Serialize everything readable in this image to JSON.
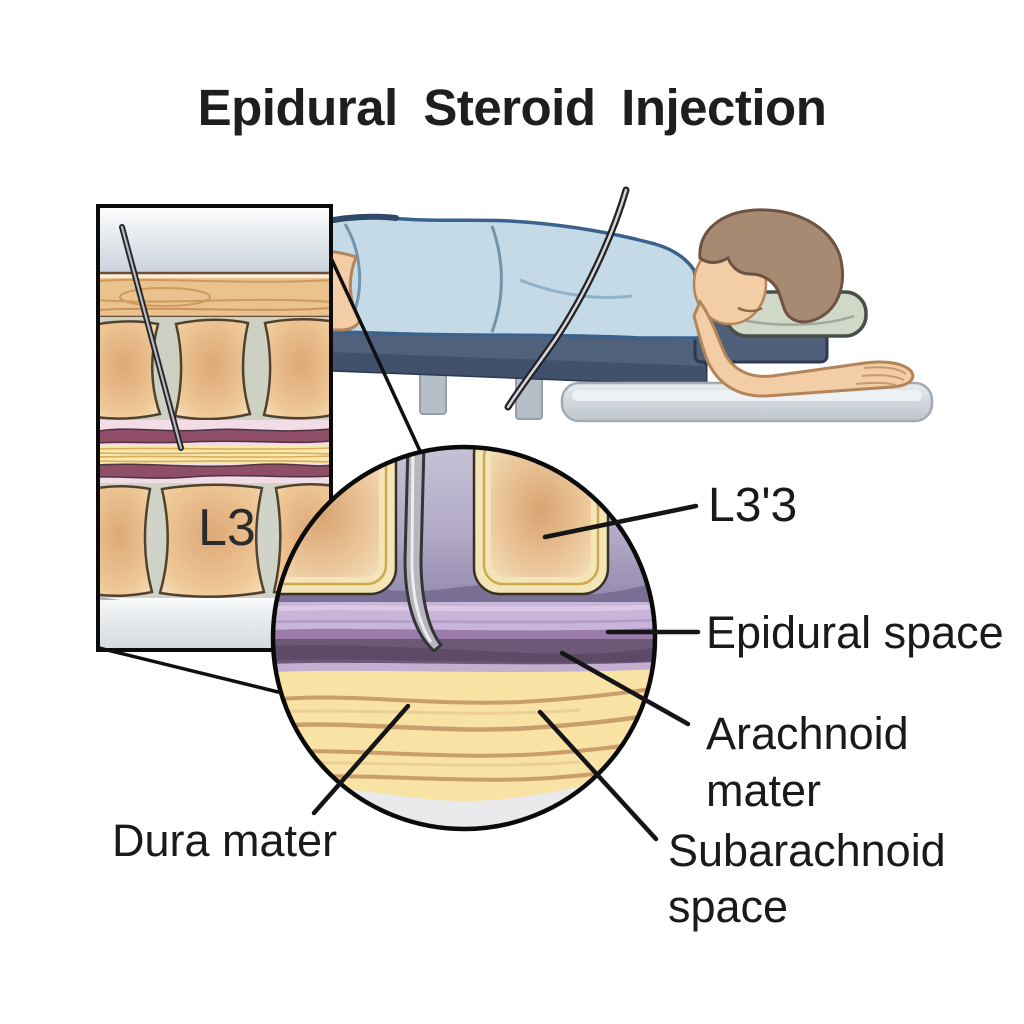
{
  "title": "Epidural Steroid Injection",
  "scene": {
    "description": "Patient lying prone on a procedure table receiving a lumbar epidural steroid injection, with a rectangular spine inset and a circular magnified inset of the injection site"
  },
  "inset_rectangle": {
    "vertebra_label": "L3"
  },
  "callouts": {
    "l3": "L3'3",
    "epidural_space": "Epidural space",
    "arachnoid_mater": [
      "Arachnoid",
      "mater"
    ],
    "subarachnoid_space": [
      "Subarachnoid",
      "space"
    ],
    "dura_mater": "Dura mater"
  },
  "colors": {
    "background": "#ffffff",
    "text": "#1a1a1c",
    "leader_line": "#151517",
    "scrubs_blue": "#c5dae7",
    "table_slate": "#50617b",
    "skin_tan": "#f2cda6",
    "hair_brown": "#a78a72",
    "pillow_sage": "#d0d8c8",
    "vertebra_tan": "#e2b183",
    "vertebra_border_cream": "#f3e5b8",
    "epidural_lavender": "#c9b4da",
    "dura_plum": "#6e5878",
    "ligament_yellow": "#f8e2a4",
    "maroon_band": "#8e4e67",
    "needle_grey": "#b6b6bd"
  }
}
